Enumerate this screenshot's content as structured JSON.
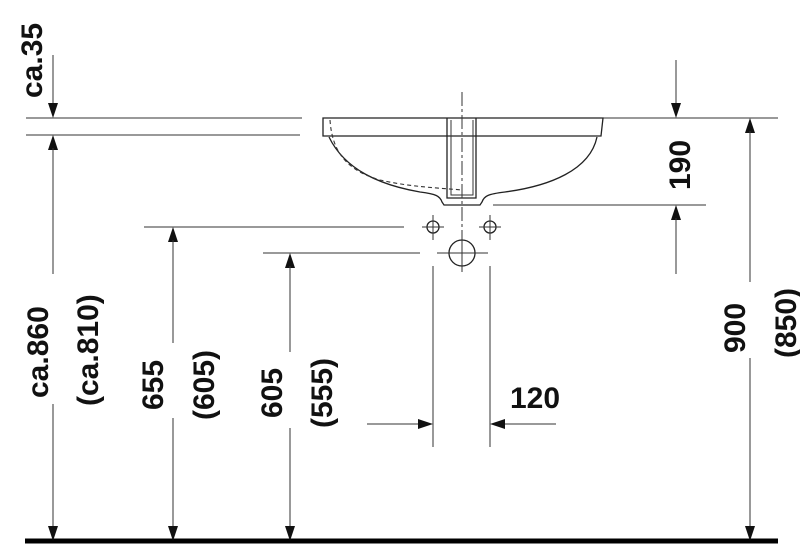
{
  "drawing": {
    "type": "undercounter washbasin installation dimensions",
    "units": "mm",
    "colors": {
      "line": "#222222",
      "background": "#ffffff",
      "text": "#111111"
    }
  },
  "dimensions": {
    "countertop_thickness": "ca.35",
    "basin_height_to_top": "190",
    "waste_spacing": "120",
    "height_total": "900",
    "height_total_alt": "(850)",
    "countertop_underside": "ca.860",
    "countertop_underside_alt": "(ca.810)",
    "tap_holes_height": "655",
    "tap_holes_height_alt": "(605)",
    "waste_height": "605",
    "waste_height_alt": "(555)"
  }
}
